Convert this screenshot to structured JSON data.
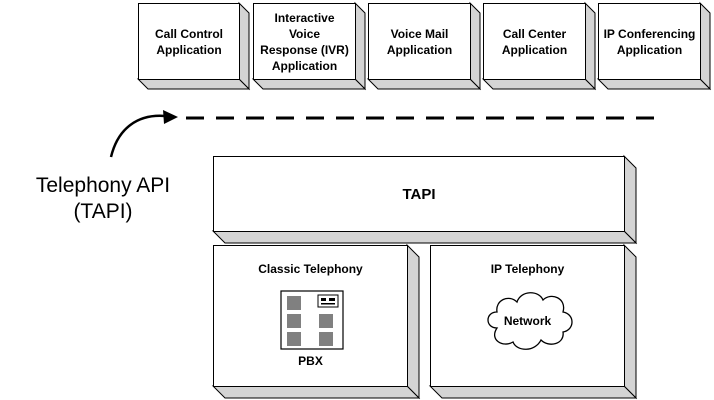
{
  "applications": [
    {
      "label": "Call Control\nApplication"
    },
    {
      "label": "Interactive\nVoice\nResponse (IVR)\nApplication"
    },
    {
      "label": "Voice Mail\nApplication"
    },
    {
      "label": "Call Center\nApplication"
    },
    {
      "label": "IP Conferencing\nApplication"
    }
  ],
  "side_label": "Telephony API\n(TAPI)",
  "tapi": {
    "label": "TAPI"
  },
  "classic": {
    "title": "Classic Telephony",
    "device_label": "PBX"
  },
  "ip": {
    "title": "IP Telephony",
    "cloud_label": "Network"
  },
  "colors": {
    "box_fill": "#ffffff",
    "shadow": "#d4d4d4",
    "line": "#000000"
  }
}
